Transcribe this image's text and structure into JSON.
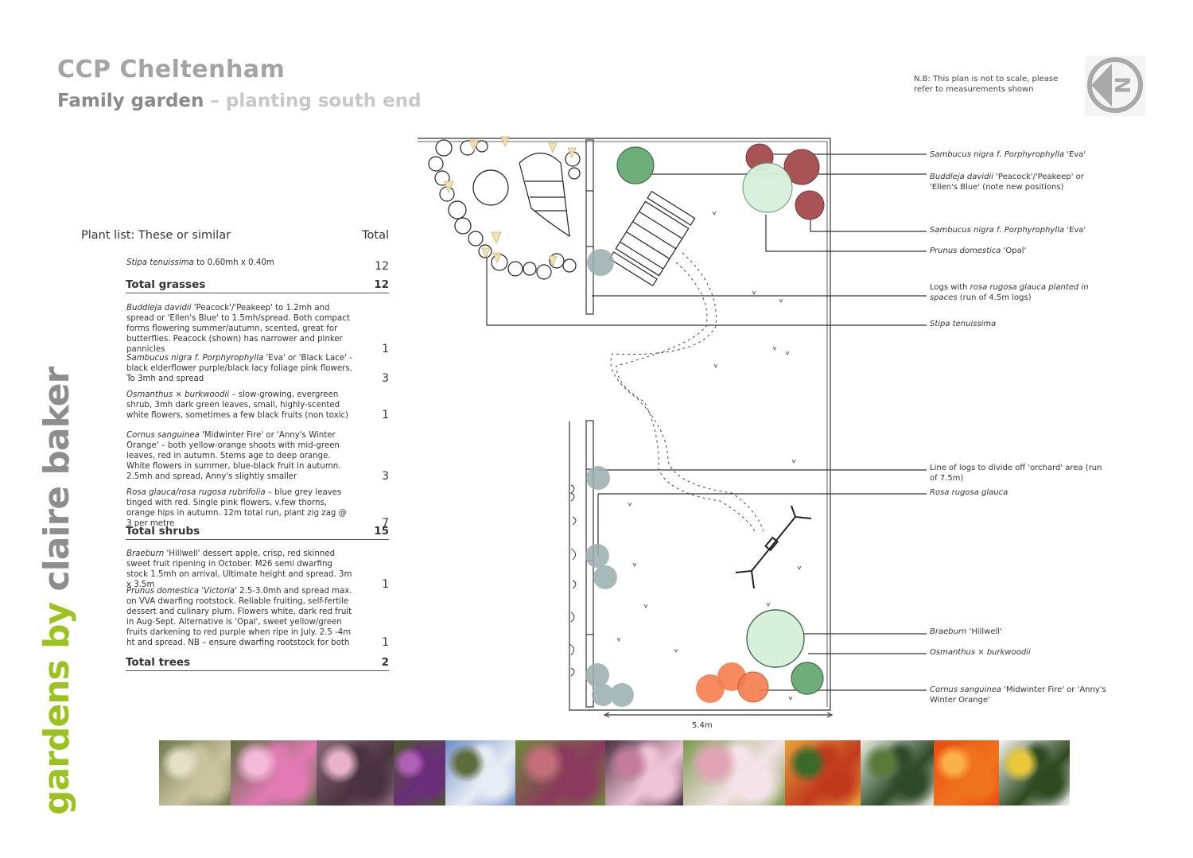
{
  "header": {
    "title": "CCP Cheltenham",
    "subtitle_main": "Family garden",
    "subtitle_rest": " – planting south end",
    "note": "N.B: This plan is not to scale, please refer to measurements shown",
    "compass_letter": "N"
  },
  "brand": {
    "part1": "gardens by ",
    "part2": "claire baker"
  },
  "plant_list": {
    "heading": "Plant list: These or similar",
    "total_heading": "Total",
    "entries": [
      {
        "latin": "Stipa tenuissima",
        "text": " to 0.60mh x 0.40m",
        "qty": "12"
      },
      {
        "latin": "Buddleja davidii",
        "text": "  'Peacock'/'Peakeep' to 1.2mh and spread or 'Ellen's Blue' to 1.5mh/spread. Both compact forms flowering summer/autumn,  scented, great for butterflies. Peacock (shown) has narrower and pinker pannicles",
        "qty": "1"
      },
      {
        "latin": "Sambucus nigra f. Porphyrophylla",
        "text": " 'Eva' or 'Black Lace' - black elderflower purple/black lacy foliage pink flowers. To 3mh and spread",
        "qty": "3"
      },
      {
        "latin": "Osmanthus × burkwoodii",
        "text": " – slow-growing, evergreen shrub, 3mh dark green leaves, small, highly-scented white flowers, sometimes a few black fruits (non toxic)",
        "qty": "1"
      },
      {
        "latin": "Cornus sanguinea",
        "text": " 'Midwinter Fire' or 'Anny's Winter Orange' – both yellow-orange shoots with mid-green leaves, red in autumn. Stems age to deep orange. White flowers in summer, blue-black fruit in autumn. 2.5mh and spread, Anny's slightly smaller",
        "qty": "3"
      },
      {
        "latin": "Rosa glauca/rosa rugosa rubrifolia",
        "text": " – blue grey leaves tinged with red. Single pink flowers, v.few thorns, orange hips in autumn. 12m total run, plant zig zag @ 3 per metre",
        "qty": "7"
      },
      {
        "latin": "Braeburn",
        "text": " 'Hillwell' dessert apple, crisp, red skinned sweet fruit ripening in October.  M26 semi dwarfing stock 1.5mh on arrival, Ultimate height and spread. 3m x 3.5m",
        "qty": "1"
      },
      {
        "latin": "Prunus domestica 'Victoria'",
        "text": " 2.5-3.0mh and spread max. on VVA dwarfing rootstock. Reliable fruiting, self-fertile dessert and culinary plum. Flowers white, dark red fruit in Aug-Sept. Alternative is 'Opal', sweet yellow/green fruits darkening to red purple when ripe in July. 2.5 -4m ht and spread. NB – ensure dwarfing rootstock for both",
        "qty": "1"
      }
    ],
    "totals": [
      {
        "label": "Total grasses",
        "qty": "12"
      },
      {
        "label": "Total shrubs",
        "qty": "15"
      },
      {
        "label": "Total trees",
        "qty": "2"
      }
    ]
  },
  "plan_labels": [
    {
      "latin": "Sambucus nigra f. Porphyrophylla",
      "text": " 'Eva'"
    },
    {
      "latin": "Buddleja davidii",
      "text": " 'Peacock'/'Peakeep' or 'Ellen's Blue' (note new positions)"
    },
    {
      "latin": "Sambucus nigra f. Porphyrophylla",
      "text": " 'Eva'"
    },
    {
      "latin": "Prunus domestica",
      "text": " 'Opal'"
    },
    {
      "pre": "Logs with ",
      "latin": "rosa rugosa glauca planted in spaces",
      "text": " (run of 4.5m logs)"
    },
    {
      "latin": "Stipa tenuissima",
      "text": ""
    },
    {
      "pre": "Line of logs to divide off 'orchard' area (run of 7.5m)",
      "latin": "",
      "text": ""
    },
    {
      "latin": "Rosa rugosa glauca",
      "text": ""
    },
    {
      "latin": "Braeburn",
      "text": " 'Hillwell'"
    },
    {
      "latin": "Osmanthus × burkwoodii",
      "text": ""
    },
    {
      "latin": "Cornus sanguinea",
      "text": " 'Midwinter Fire' or 'Anny's Winter Orange'"
    }
  ],
  "scale_label": "5.4m",
  "colors": {
    "sambucus": "#a85456",
    "buddleja": "#d6f0dc",
    "osmanthus": "#6fae7a",
    "cornus": "#f47c4e",
    "rosa": "#9aadad",
    "brand_green": "#9bc31f",
    "grey_text": "#a4a4a4"
  },
  "photos": [
    {
      "name": "stipa",
      "colors": [
        "#c9c3a0",
        "#6d7a4a",
        "#e4e0c8"
      ]
    },
    {
      "name": "rosa",
      "colors": [
        "#e27ab4",
        "#5b6e3e",
        "#f3b9d9"
      ]
    },
    {
      "name": "sambucus",
      "colors": [
        "#4a3340",
        "#8b6a7a",
        "#e8b3c9"
      ]
    },
    {
      "name": "buddleja",
      "colors": [
        "#6a2d7a",
        "#4a5a2e",
        "#b05fb6"
      ]
    },
    {
      "name": "prunus-blossom",
      "colors": [
        "#e8ecf4",
        "#6f8fc7",
        "#5e6b3a"
      ]
    },
    {
      "name": "plum",
      "colors": [
        "#8a3a5c",
        "#6c8a3a",
        "#c46d7c"
      ]
    },
    {
      "name": "sambucus-flower",
      "colors": [
        "#efc4d6",
        "#4a2f3d",
        "#c47c9b"
      ]
    },
    {
      "name": "apple-blossom",
      "colors": [
        "#f4e3e8",
        "#7a9a4a",
        "#e1a3b5"
      ]
    },
    {
      "name": "apples",
      "colors": [
        "#c23a1e",
        "#e8a23a",
        "#3a6a2a"
      ]
    },
    {
      "name": "osmanthus",
      "colors": [
        "#2f4a2a",
        "#e8ece0",
        "#5a7a3a"
      ]
    },
    {
      "name": "cornus",
      "colors": [
        "#f0741e",
        "#e84a12",
        "#f9b24a"
      ]
    },
    {
      "name": "daisies",
      "colors": [
        "#2f4a22",
        "#f4f4f0",
        "#e9c93a"
      ]
    }
  ]
}
